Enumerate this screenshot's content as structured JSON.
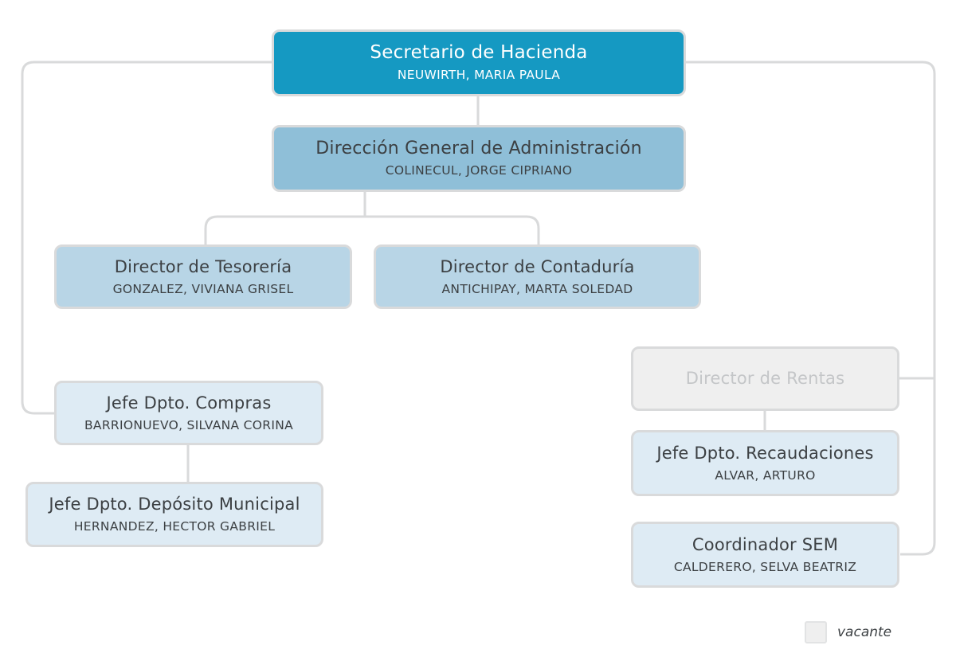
{
  "nodes": {
    "secretario": {
      "title": "Secretario de Hacienda",
      "name": "NEUWIRTH, MARIA PAULA",
      "status": "filled"
    },
    "direccion_general": {
      "title": "Dirección General de Administración",
      "name": "COLINECUL, JORGE CIPRIANO",
      "status": "filled"
    },
    "tesoreria": {
      "title": "Director de Tesorería",
      "name": "GONZALEZ, VIVIANA GRISEL",
      "status": "filled"
    },
    "contaduria": {
      "title": "Director de Contaduría",
      "name": "ANTICHIPAY, MARTA SOLEDAD",
      "status": "filled"
    },
    "compras": {
      "title": "Jefe Dpto. Compras",
      "name": "BARRIONUEVO, SILVANA CORINA",
      "status": "filled"
    },
    "deposito": {
      "title": "Jefe Dpto. Depósito Municipal",
      "name": "HERNANDEZ, HECTOR GABRIEL",
      "status": "filled"
    },
    "rentas": {
      "title": "Director de Rentas",
      "status": "vacante"
    },
    "recaudaciones": {
      "title": "Jefe Dpto. Recaudaciones",
      "name": "ALVAR, ARTURO",
      "status": "filled"
    },
    "sem": {
      "title": "Coordinador SEM",
      "name": "CALDERERO, SELVA BEATRIZ",
      "status": "filled"
    }
  },
  "legend": {
    "vacant_label": "vacante",
    "vacant_color": "#efefef"
  },
  "colors": {
    "level1": "#1599c2",
    "level2": "#8fbfd8",
    "level3": "#b8d5e6",
    "level4": "#deebf4",
    "connector": "#d9dadb",
    "text": "#3c4043"
  }
}
